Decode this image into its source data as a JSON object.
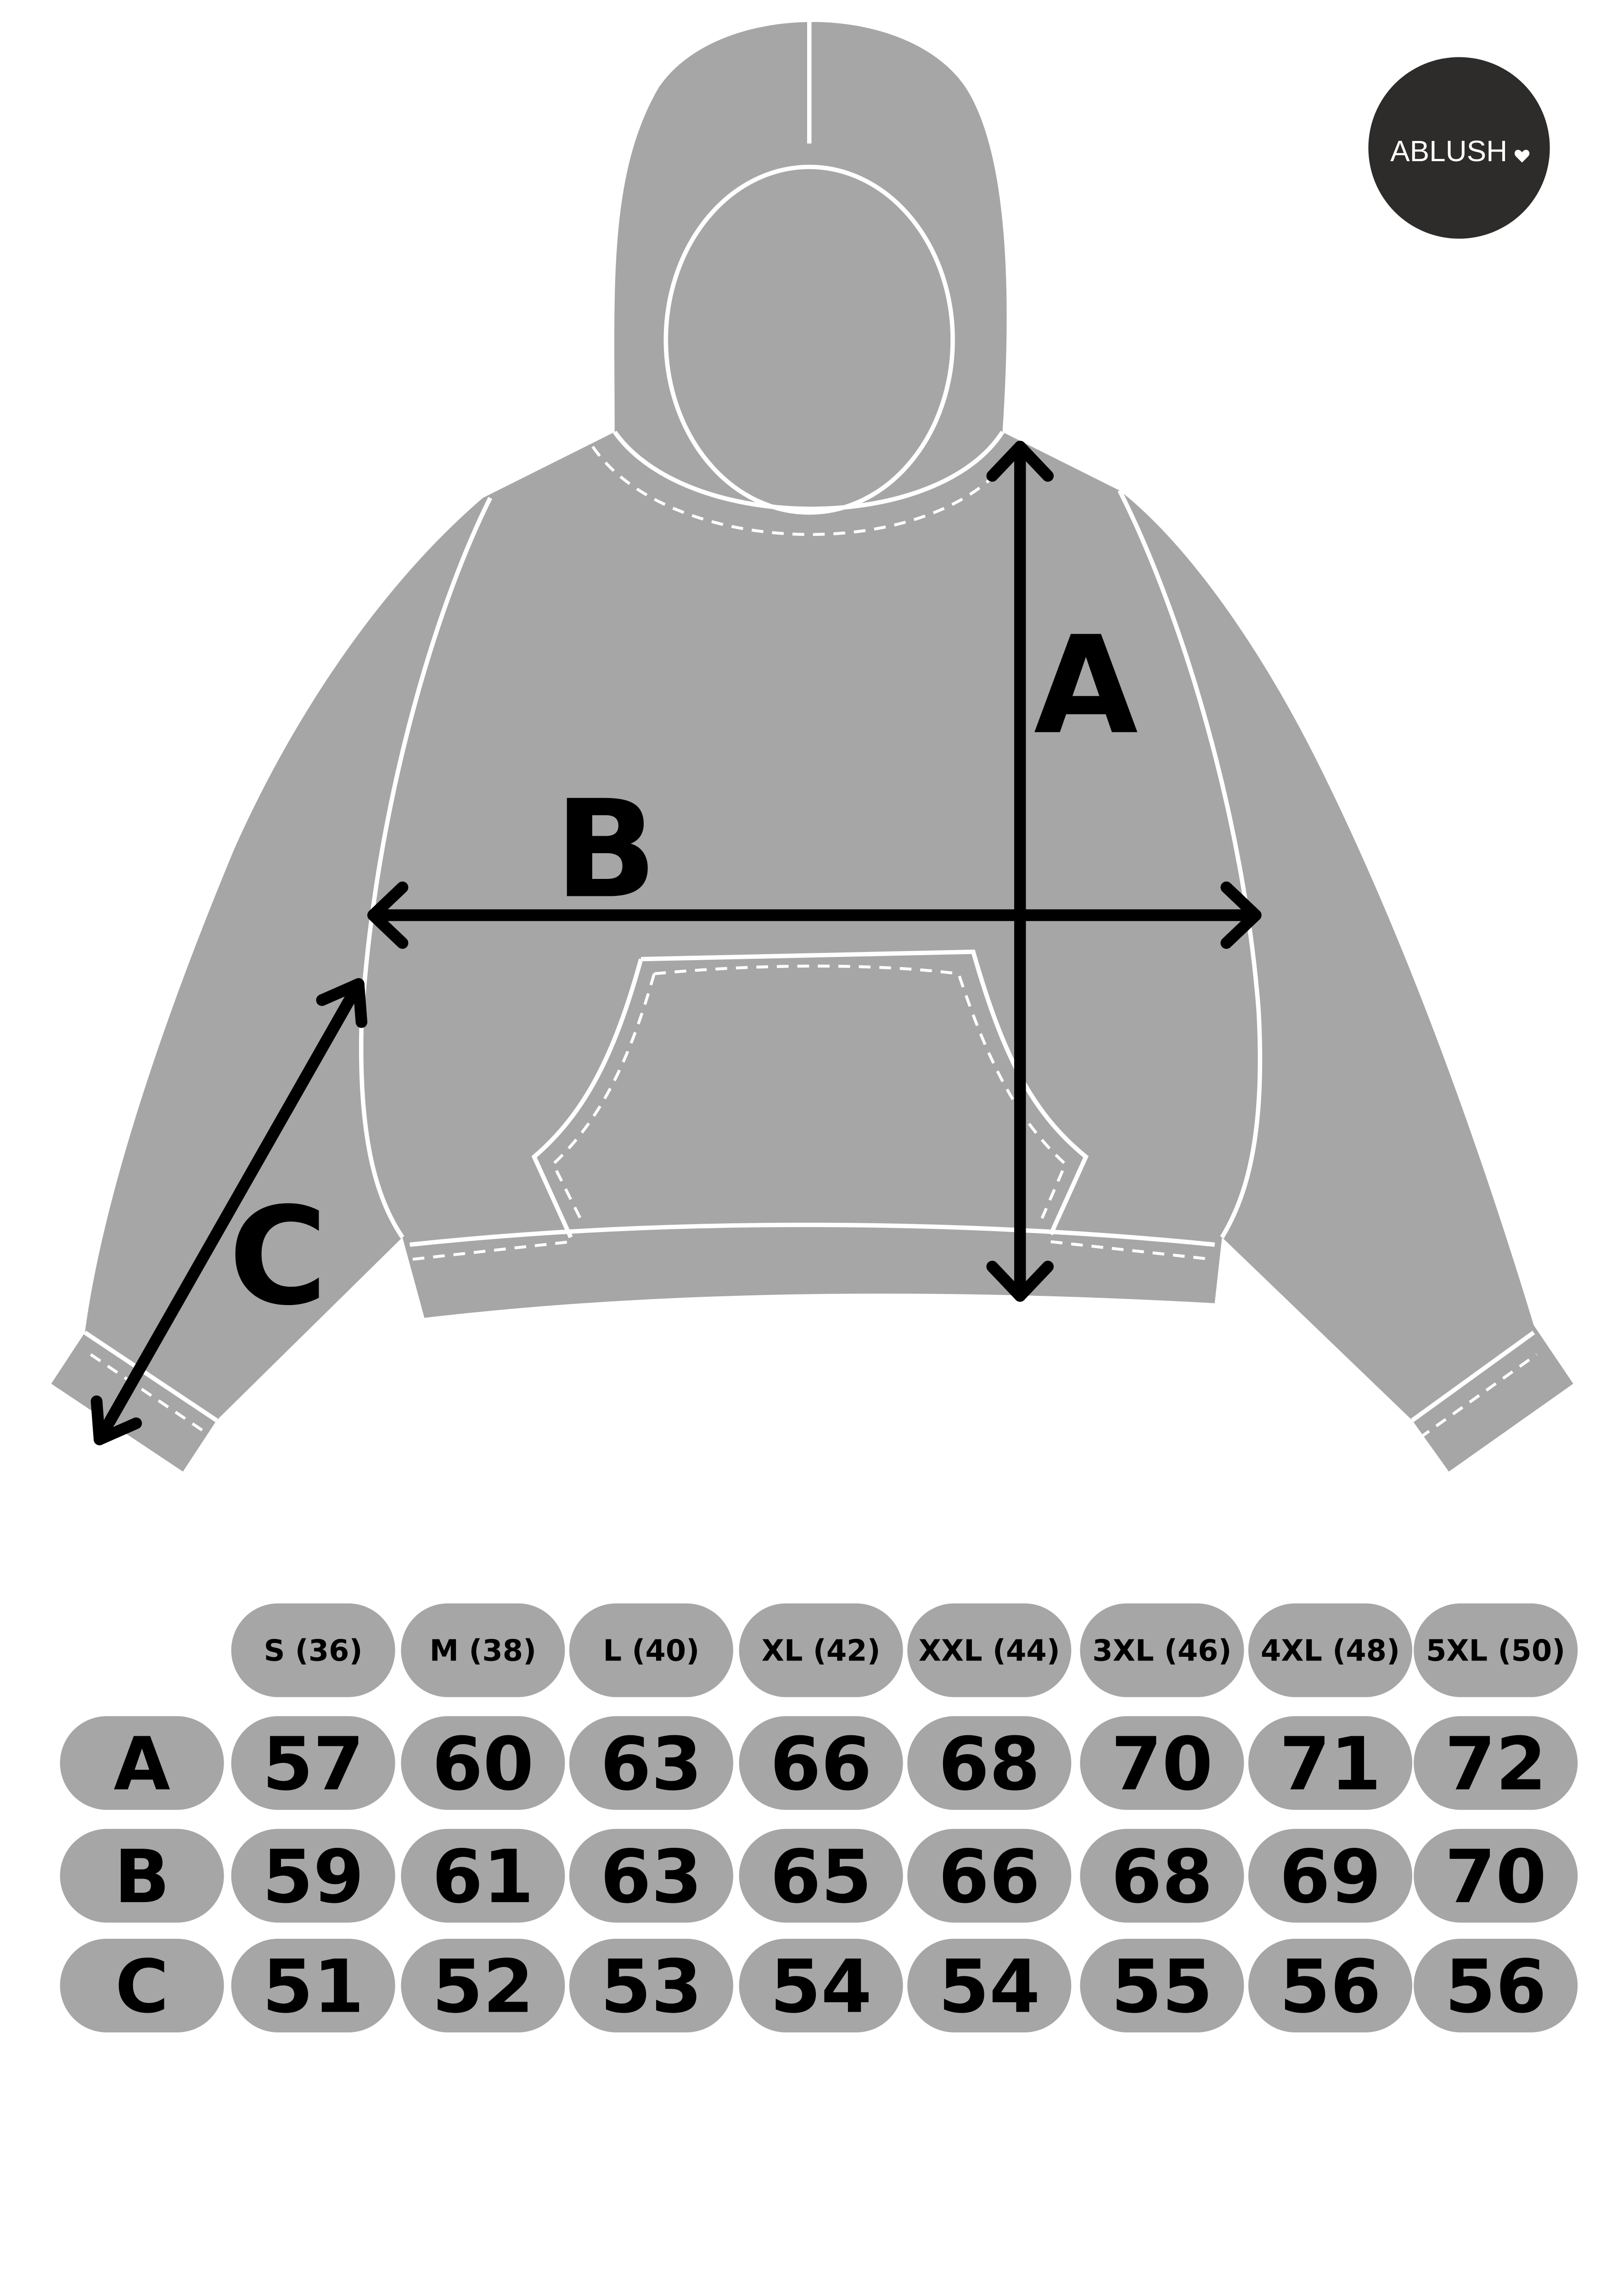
{
  "logo": {
    "text": "ABLUSH",
    "bg_color": "#2d2c2a"
  },
  "diagram": {
    "labels": {
      "a": "A",
      "b": "B",
      "c": "C"
    },
    "garment_color": "#a6a6a6"
  },
  "size_table": {
    "sizes": [
      "S (36)",
      "M (38)",
      "L (40)",
      "XL (42)",
      "XXL (44)",
      "3XL (46)",
      "4XL (48)",
      "5XL (50)"
    ],
    "rows": [
      {
        "label": "A",
        "values": [
          "57",
          "60",
          "63",
          "66",
          "68",
          "70",
          "71",
          "72"
        ]
      },
      {
        "label": "B",
        "values": [
          "59",
          "61",
          "63",
          "65",
          "66",
          "68",
          "69",
          "70"
        ]
      },
      {
        "label": "C",
        "values": [
          "51",
          "52",
          "53",
          "54",
          "54",
          "55",
          "56",
          "56"
        ]
      }
    ]
  }
}
